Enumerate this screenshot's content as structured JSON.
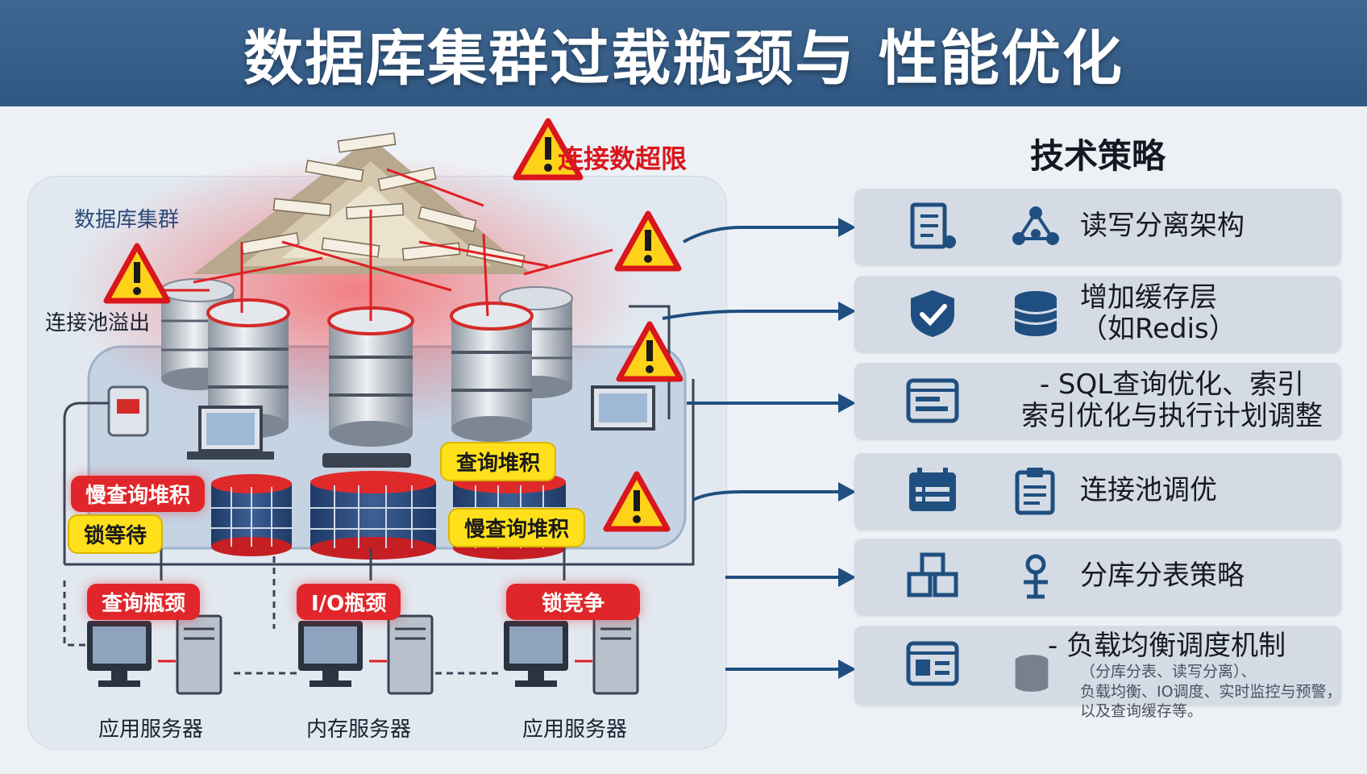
{
  "title": "数据库集群过载瓶颈与 性能优化",
  "diagram": {
    "labels": {
      "data_pile": "数据库集群",
      "pool": "连接池溢出",
      "warning_top": "连接数超限"
    },
    "tags": {
      "slow_query_left": "慢查询堆积",
      "lock_wait": "锁等待",
      "query_pile": "查询堆积",
      "slow_query_right": "慢查询堆积",
      "query_bottleneck": "查询瓶颈",
      "io_bottleneck": "I/O瓶颈",
      "lock_contention": "锁竞争"
    },
    "servers": [
      "应用服务器",
      "内存服务器",
      "应用服务器"
    ]
  },
  "solutions": {
    "title": "技术策略",
    "items": [
      {
        "icon_a": "document-icon",
        "icon_b": "network-icon",
        "lines": [
          "读写分离架构"
        ]
      },
      {
        "icon_a": "shield-check-icon",
        "icon_b": "database-icon",
        "lines": [
          "增加缓存层",
          "（如Redis）"
        ]
      },
      {
        "icon_a": "browser-window-icon",
        "icon_b": "",
        "lines": [
          "- SQL查询优化、索引",
          "索引优化与执行计划调整"
        ]
      },
      {
        "icon_a": "calendar-list-icon",
        "icon_b": "clipboard-icon",
        "lines": [
          "连接池调优"
        ]
      },
      {
        "icon_a": "blocks-icon",
        "icon_b": "person-pin-icon",
        "lines": [
          "分库分表策略"
        ]
      },
      {
        "icon_a": "browser-window-icon",
        "icon_b": "database-icon",
        "lines": [
          "- 负载均衡调度机制"
        ],
        "sublines": [
          "（分库分表、读写分离）、",
          "负载均衡、IO调度、实时监控与预警，",
          "以及查询缓存等。"
        ]
      }
    ]
  },
  "colors": {
    "header": "#2f5782",
    "alert_red": "#e0262a",
    "alert_yellow": "#ffe01a",
    "accent_blue": "#1f4f80",
    "card": "#d4dbe5"
  }
}
